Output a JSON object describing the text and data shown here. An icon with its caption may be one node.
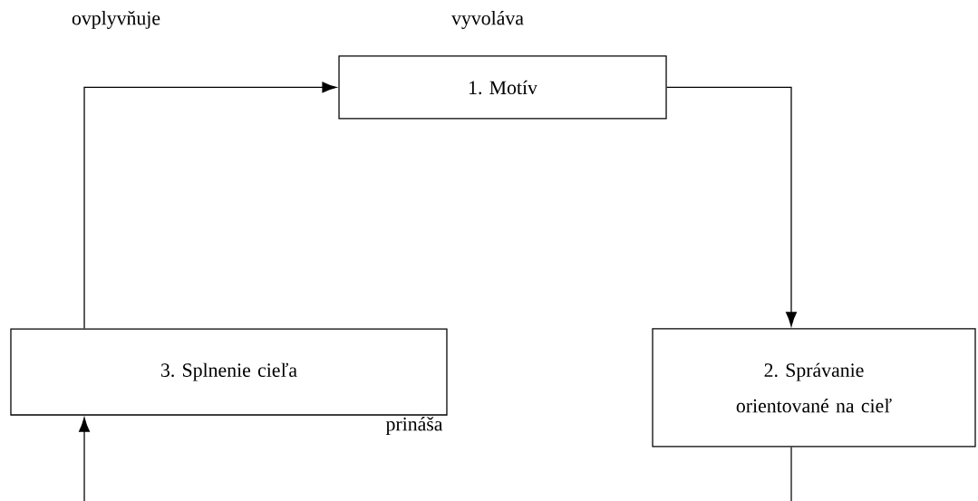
{
  "diagram": {
    "nodes": [
      {
        "text": [
          "1. Motív"
        ]
      },
      {
        "text": [
          "3. Splnenie cieľa"
        ]
      },
      {
        "text": [
          "2. Správanie orientované na cieľ"
        ]
      }
    ],
    "edges": [
      {
        "from": 1,
        "to": 0,
        "arrow": "to"
      },
      {
        "from": 0,
        "to": 2,
        "arrow": "to"
      },
      {
        "from": 2,
        "to": null,
        "arrow": "none"
      },
      {
        "from": null,
        "to": 1,
        "arrow": "to"
      }
    ],
    "labels": [
      "ovplyvňuje",
      "vyvoláva",
      "prináša"
    ]
  }
}
